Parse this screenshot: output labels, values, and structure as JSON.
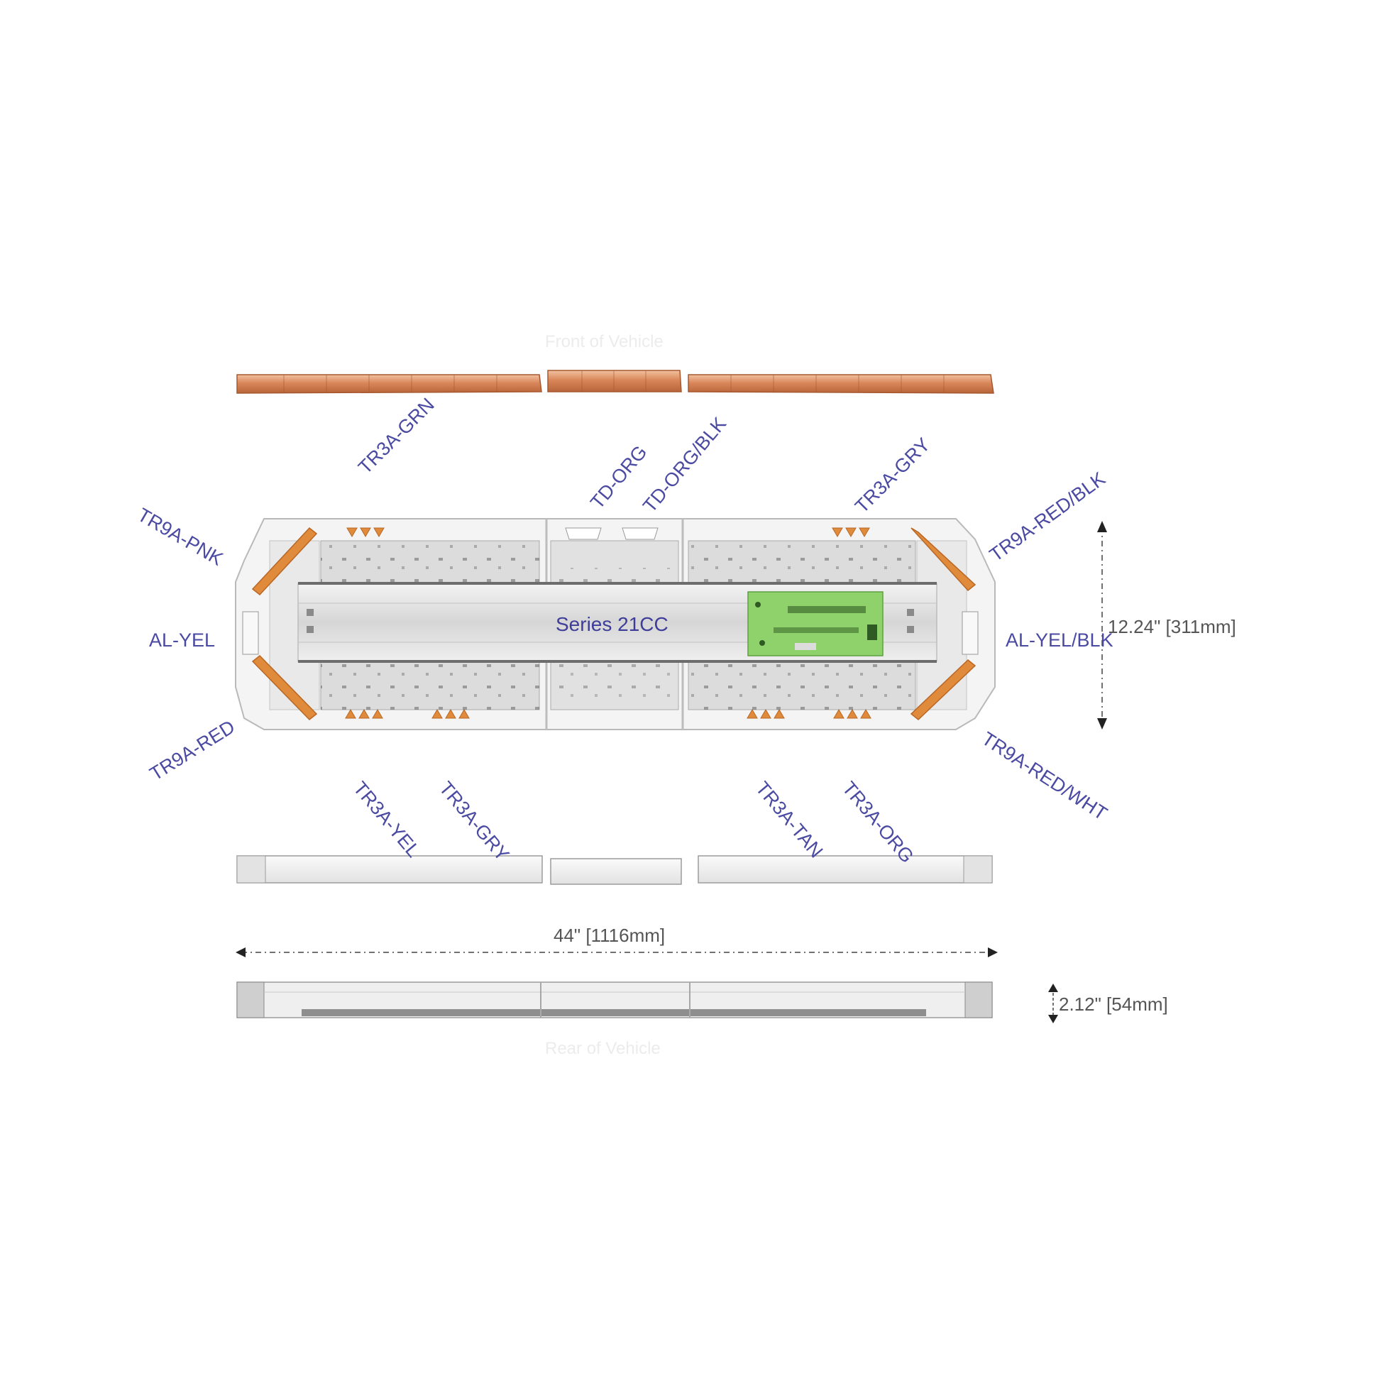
{
  "diagram": {
    "front_caption": "Front of Vehicle",
    "rear_caption": "Rear of Vehicle",
    "series_label": "Series 21CC",
    "wire_labels": {
      "top_left": "TR3A-GRN",
      "top_center_1": "TD-ORG",
      "top_center_2": "TD-ORG/BLK",
      "top_right": "TR3A-GRY",
      "corner_front_left": "TR9A-PNK",
      "corner_front_right": "TR9A-RED/BLK",
      "end_left": "AL-YEL",
      "end_right": "AL-YEL/BLK",
      "corner_rear_left": "TR9A-RED",
      "corner_rear_right": "TR9A-RED/WHT",
      "bottom_1": "TR3A-YEL",
      "bottom_2": "TR3A-GRY",
      "bottom_3": "TR3A-TAN",
      "bottom_4": "TR3A-ORG"
    },
    "dimensions": {
      "depth": "12.24\" [311mm]",
      "length": "44\" [1116mm]",
      "height": "2.12\" [54mm]"
    }
  },
  "colors": {
    "label": "#4b4aa2",
    "amber_lens": "#e08a3c",
    "circuit_board": "#8fd16a"
  },
  "icons": [
    "double-arrow-vertical-icon",
    "double-arrow-horizontal-icon"
  ]
}
